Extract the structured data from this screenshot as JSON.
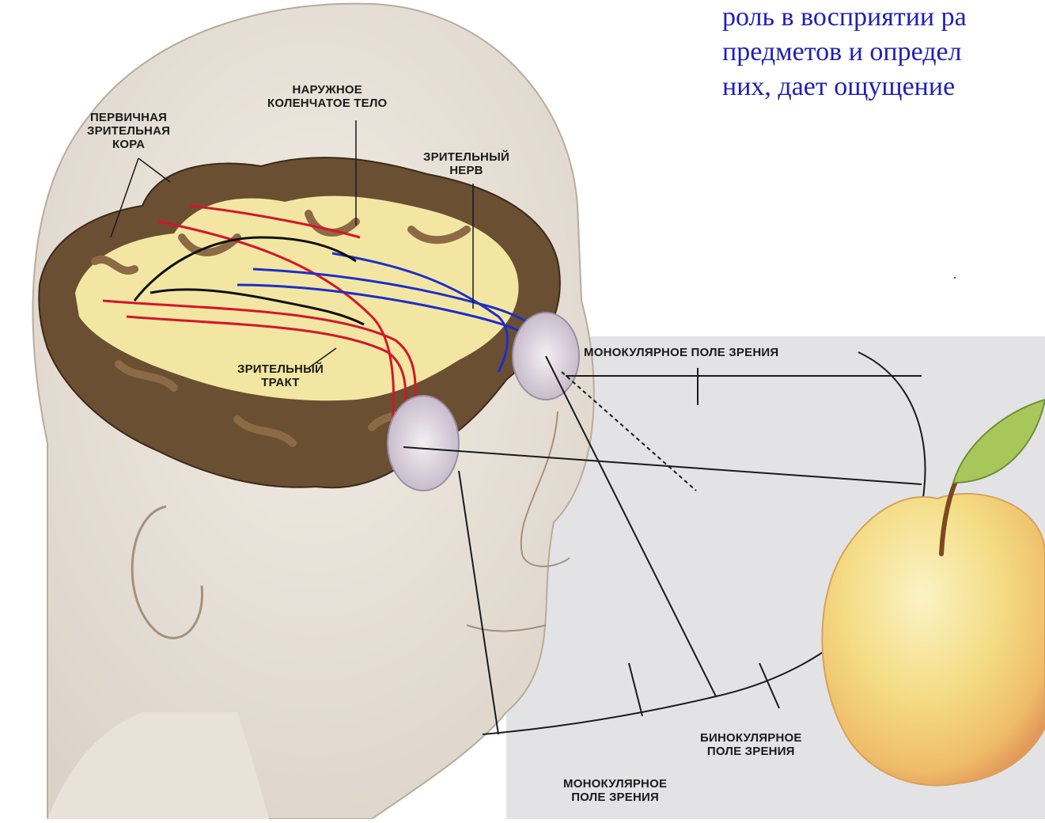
{
  "slide_text": {
    "lines": [
      "роль в восприятии ра",
      "предметов и определ",
      "них, дает ощущение"
    ]
  },
  "labels": {
    "primary_visual_cortex": [
      "ПЕРВИЧНАЯ",
      "ЗРИТЕЛЬНАЯ",
      "КОРА"
    ],
    "lateral_geniculate_body": [
      "НАРУЖНОЕ",
      "КОЛЕНЧАТОЕ ТЕЛО"
    ],
    "optic_nerve": [
      "ЗРИТЕЛЬНЫЙ",
      "НЕРВ"
    ],
    "optic_tract": [
      "ЗРИТЕЛЬНЫЙ",
      "ТРАКТ"
    ],
    "monocular_field_top": "МОНОКУЛЯРНОЕ ПОЛЕ ЗРЕНИЯ",
    "binocular_field": [
      "БИНОКУЛЯРНОЕ",
      "ПОЛЕ ЗРЕНИЯ"
    ],
    "monocular_field_bottom": [
      "МОНОКУЛЯРНОЕ",
      "ПОЛЕ ЗРЕНИЯ"
    ]
  },
  "colors": {
    "slide_text": "#1f1fb8",
    "field_panel": "#e3e3e5",
    "head_shade": "#e8e1d8",
    "cortex": "#6b4f33",
    "white_matter": "#f3e6a2",
    "nerve_red": "#d4152b",
    "nerve_blue": "#1c2fc8",
    "nerve_black": "#111111",
    "apple": "#f6e08a"
  }
}
